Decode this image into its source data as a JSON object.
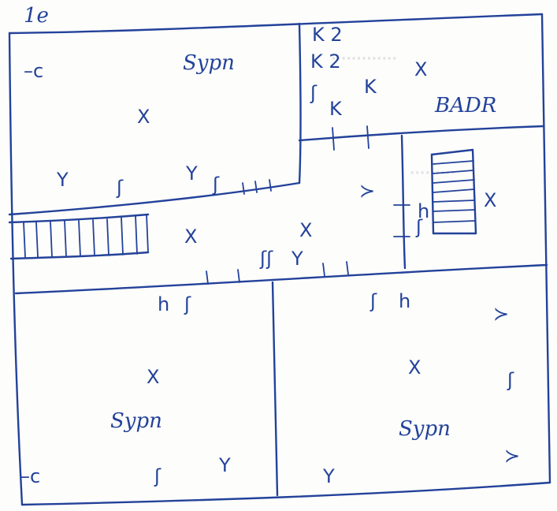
{
  "sketch": {
    "floor_mark": "1e",
    "rooms": {
      "top_left": {
        "label": "Sypn",
        "center_mark": "X"
      },
      "bathroom": {
        "label": "BADR",
        "center_mark": "X"
      },
      "hallway": {
        "center_mark": "X"
      },
      "stair_room": {
        "center_mark": "X"
      },
      "bottom_left": {
        "label": "Sypn",
        "center_mark": "X"
      },
      "bottom_right": {
        "label": "Sypn",
        "center_mark": "X"
      }
    },
    "bathroom_codes": [
      "K 2",
      "K 2",
      "K"
    ],
    "symbols": {
      "socket_y": "Y",
      "switch_s": "ʃ",
      "double_switch": "ʃʃ",
      "lamp_h": "h",
      "dash_c": "–c",
      "arrow": "≻"
    }
  }
}
